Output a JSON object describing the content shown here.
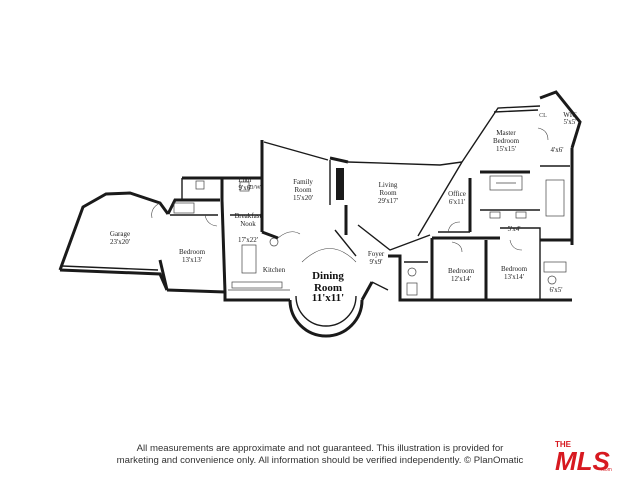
{
  "rooms": {
    "garage": {
      "name": "Garage",
      "dims": "23'x20'"
    },
    "bedroom_west": {
      "name": "Bedroom",
      "dims": "13'x13'"
    },
    "laundry": {
      "name": "Lndr",
      "dims": "9'x6'"
    },
    "breakfast_nook": {
      "name": "Breakfast",
      "name2": "Nook"
    },
    "kitchen": {
      "name": "Kitchen",
      "dims": "17'x22'"
    },
    "family_room": {
      "name": "Family",
      "name2": "Room",
      "dims": "15'x20'"
    },
    "dining_room": {
      "name": "Dining",
      "name2": "Room",
      "dims": "11'x11'"
    },
    "living_room": {
      "name": "Living",
      "name2": "Room",
      "dims": "29'x17'"
    },
    "foyer": {
      "name": "Foyer",
      "dims": "9'x9'"
    },
    "office": {
      "name": "Office",
      "dims": "6'x11'"
    },
    "master_bedroom": {
      "name": "Master",
      "name2": "Bedroom",
      "dims": "15'x15'"
    },
    "wic": {
      "name": "WIC",
      "dims": "5'x5'"
    },
    "master_bath": {
      "dims": "4'x6'"
    },
    "bath_small": {
      "dims": "5'x4'"
    },
    "bedroom_center": {
      "name": "Bedroom",
      "dims": "12'x14'"
    },
    "bedroom_east": {
      "name": "Bedroom",
      "dims": "13'x14'"
    },
    "bath_east": {
      "dims": "6'x5'"
    }
  },
  "fixtures": {
    "wd": "D/W",
    "closet": "CL"
  },
  "footer": {
    "line1": "All measurements are approximate and not guaranteed. This illustration is provided for",
    "line2": "marketing and convenience only. All information should be verified independently. © PlanOmatic"
  },
  "logo": {
    "the": "THE",
    "mls": "MLS",
    "com": ".com",
    "color": "#d71920"
  }
}
